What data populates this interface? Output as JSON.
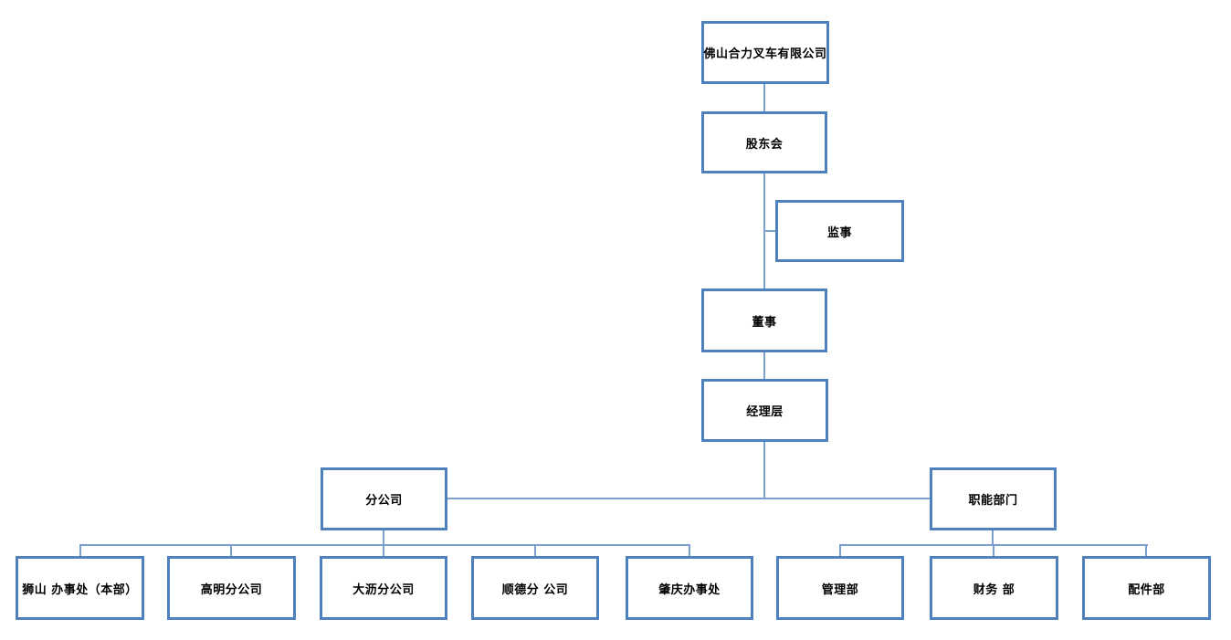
{
  "diagram": {
    "type": "org-chart",
    "nodes": [
      {
        "id": "company-root",
        "label": "佛山合力叉车有限公司"
      },
      {
        "id": "shareholders-meeting",
        "label": "股东会"
      },
      {
        "id": "supervisor",
        "label": "监事"
      },
      {
        "id": "director",
        "label": "董事"
      },
      {
        "id": "management",
        "label": "经理层"
      },
      {
        "id": "branch-companies",
        "label": "分公司"
      },
      {
        "id": "functional-departments",
        "label": "职能部门"
      },
      {
        "id": "shishan-office",
        "label": "狮山 办事处（本部）"
      },
      {
        "id": "gaoming-branch",
        "label": "高明分公司"
      },
      {
        "id": "dali-branch",
        "label": "大沥分公司"
      },
      {
        "id": "shunde-branch",
        "label": "顺德分 公司"
      },
      {
        "id": "zhaoqing-office",
        "label": "肇庆办事处"
      },
      {
        "id": "management-dept",
        "label": "管理部"
      },
      {
        "id": "finance-dept",
        "label": "财务 部"
      },
      {
        "id": "parts-dept",
        "label": "配件部"
      }
    ],
    "edges": [
      [
        "company-root",
        "shareholders-meeting"
      ],
      [
        "shareholders-meeting",
        "supervisor"
      ],
      [
        "shareholders-meeting",
        "director"
      ],
      [
        "director",
        "management"
      ],
      [
        "management",
        "branch-companies"
      ],
      [
        "management",
        "functional-departments"
      ],
      [
        "branch-companies",
        "shishan-office"
      ],
      [
        "branch-companies",
        "gaoming-branch"
      ],
      [
        "branch-companies",
        "dali-branch"
      ],
      [
        "branch-companies",
        "shunde-branch"
      ],
      [
        "branch-companies",
        "zhaoqing-office"
      ],
      [
        "functional-departments",
        "management-dept"
      ],
      [
        "functional-departments",
        "finance-dept"
      ],
      [
        "functional-departments",
        "parts-dept"
      ]
    ]
  },
  "colors": {
    "box-border": "#4E81BD",
    "connector": "#7CA1CF",
    "text": "#000000",
    "background": "#FFFFFF"
  }
}
